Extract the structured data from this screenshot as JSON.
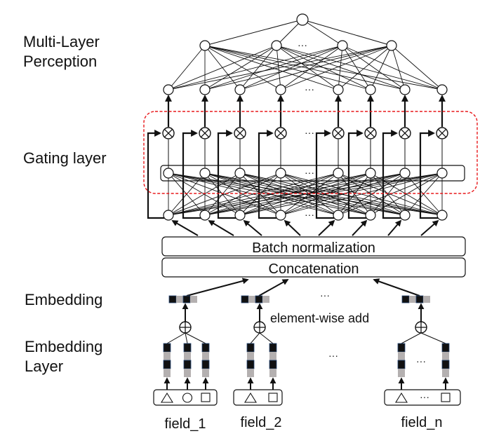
{
  "labels": {
    "mlp_line1": "Multi-Layer",
    "mlp_line2": "Perception",
    "gating": "Gating layer",
    "embedding": "Embedding",
    "embedding_layer_line1": "Embedding",
    "embedding_layer_line2": "Layer"
  },
  "boxes": {
    "batch_norm": "Batch normalization",
    "concat": "Concatenation"
  },
  "annotations": {
    "element_wise_add": "element-wise add",
    "ellipsis": "···"
  },
  "fields": [
    {
      "name": "field_1",
      "inputs": [
        "triangle",
        "circle",
        "square"
      ]
    },
    {
      "name": "field_2",
      "inputs": [
        "triangle",
        "square"
      ]
    },
    {
      "name": "field_n",
      "inputs": [
        "triangle",
        "ellipsis",
        "square"
      ]
    }
  ],
  "colors": {
    "gating_border": "#e8191c",
    "embedding_dark": "#111111",
    "embedding_light": "#b4b0b0",
    "embedding_outline": "#2a4a7a"
  },
  "network": {
    "mlp_output_nodes": 1,
    "mlp_hidden_nodes": 4,
    "mlp_input_nodes": 8,
    "gate_nodes": 8,
    "bottom_nodes": 8
  }
}
